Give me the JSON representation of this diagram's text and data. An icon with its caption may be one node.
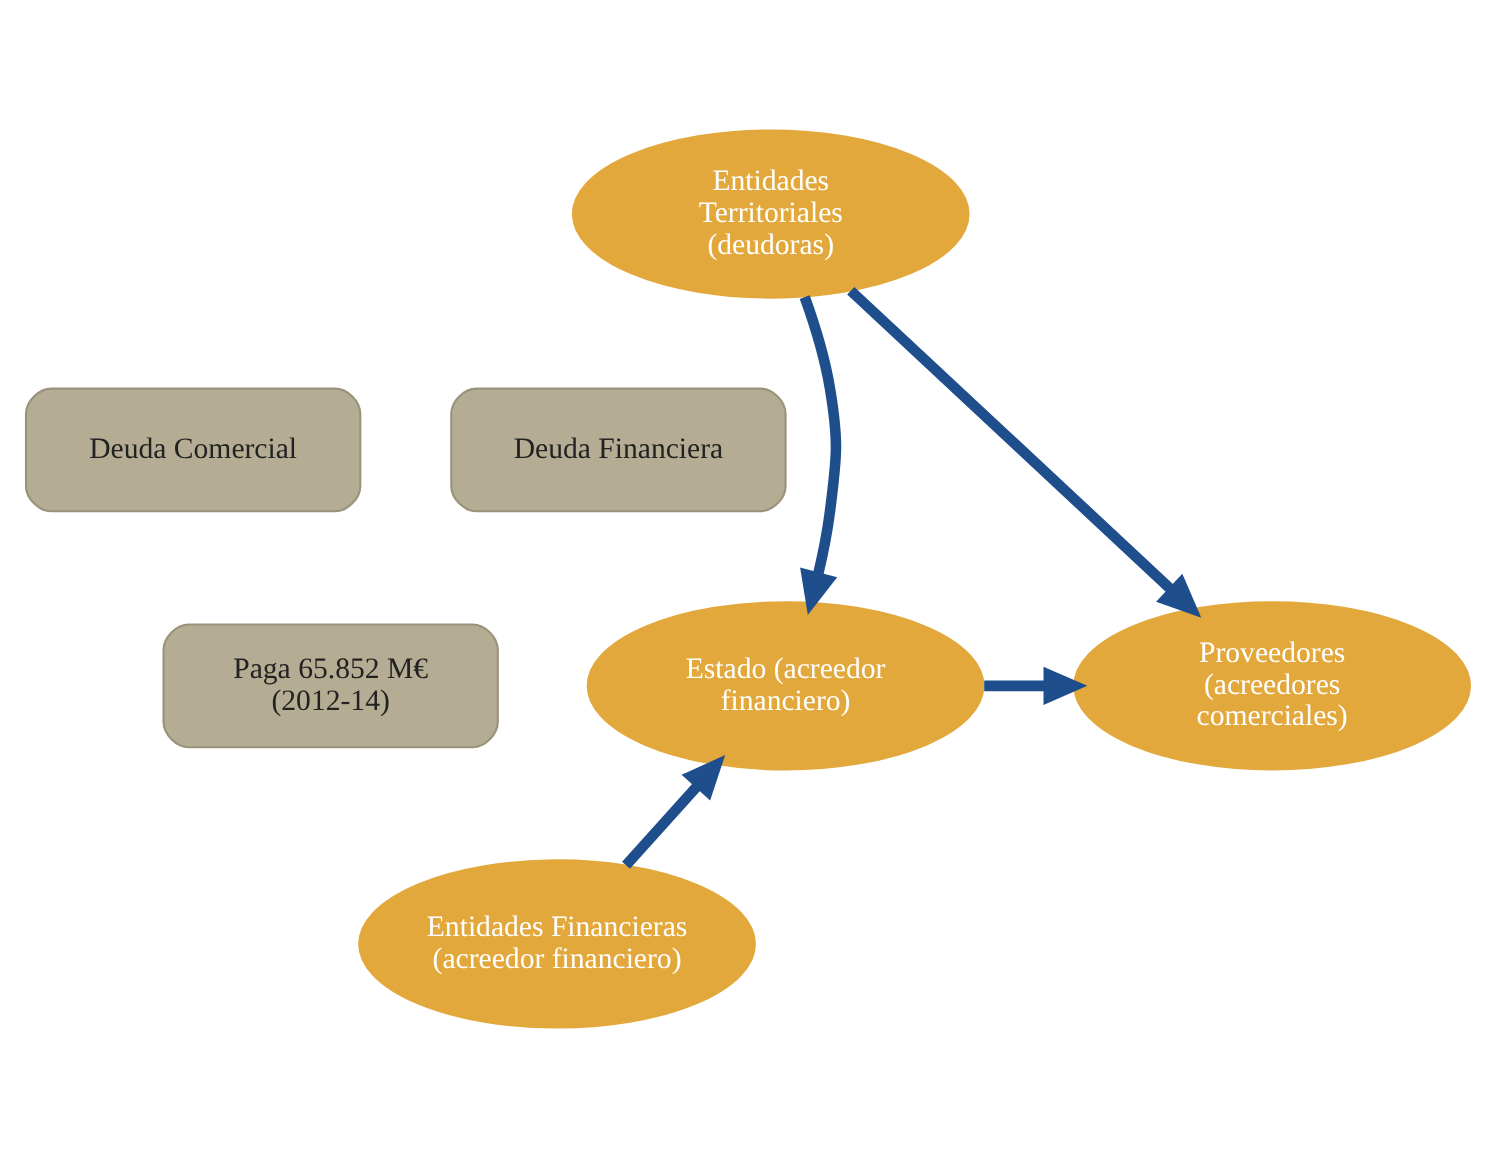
{
  "diagram": {
    "nodes": [
      {
        "text": [
          "Entidades Territoriales (deudoras)"
        ]
      },
      {
        "text": [
          "Deuda Comercial"
        ]
      },
      {
        "text": [
          "Deuda Financiera"
        ]
      },
      {
        "text": [
          "Paga 65.852 M€ (2012-14)"
        ]
      },
      {
        "text": [
          "Proveedores (acreedores comerciales)"
        ]
      },
      {
        "text": [
          "Estado (acreedor financiero)"
        ]
      },
      {
        "text": [
          "Entidades Financieras (acreedor financiero)"
        ]
      }
    ],
    "edges": [
      {
        "from": 0,
        "to": 4,
        "arrow": "to"
      },
      {
        "from": 0,
        "to": 5,
        "arrow": "to"
      },
      {
        "from": 5,
        "to": 4,
        "arrow": "to"
      },
      {
        "from": 6,
        "to": 5,
        "arrow": "to"
      }
    ]
  }
}
